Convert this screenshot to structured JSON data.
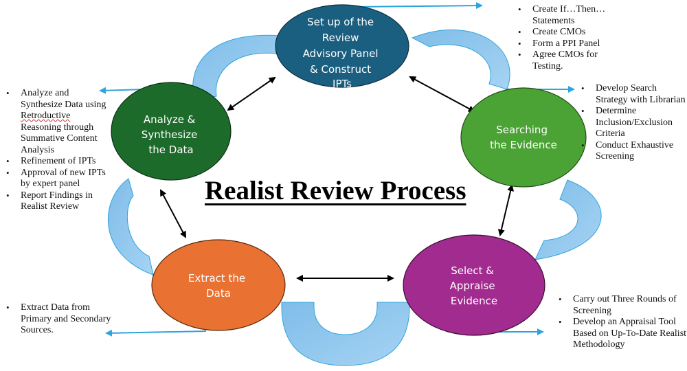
{
  "title": "Realist Review Process",
  "colors": {
    "setup": "#1a5f80",
    "searching": "#4aa334",
    "select": "#a12b8f",
    "extract": "#e97132",
    "analyze": "#1d6b2a",
    "cycle_arrow_fill": "#8cc4ee",
    "cycle_arrow_stroke": "#2ea4dc",
    "pointer_arrow": "#2ea4dc",
    "connector": "#000000"
  },
  "nodes": {
    "setup": {
      "lines": [
        "Set up of the",
        "Review",
        "Advisory Panel",
        "& Construct",
        "IPTs"
      ]
    },
    "searching": {
      "lines": [
        "Searching",
        "the Evidence"
      ]
    },
    "select": {
      "lines": [
        "Select &",
        "Appraise",
        "Evidence"
      ]
    },
    "extract": {
      "lines": [
        "Extract the",
        "Data"
      ]
    },
    "analyze": {
      "lines": [
        "Analyze &",
        "Synthesize",
        "the Data"
      ]
    }
  },
  "notes": {
    "setup": [
      "Create If…Then… Statements",
      "Create CMOs",
      "Form a PPI Panel",
      "Agree CMOs for Testing."
    ],
    "searching": [
      "Develop Search Strategy with Librarian",
      "Determine Inclusion/Exclusion Criteria",
      "Conduct Exhaustive Screening"
    ],
    "select": [
      "Carry out Three Rounds of Screening",
      "Develop an Appraisal Tool Based on Up-To-Date Realist Methodology"
    ],
    "extract": [
      "Extract Data from Primary and Secondary Sources."
    ],
    "analyze": {
      "first_prefix": "Analyze and Synthesize Data using",
      "first_flagged_word": "Retroductive",
      "first_suffix": "Reasoning through Summative Content Analysis",
      "rest": [
        "Refinement of IPTs",
        "Approval of new IPTs by expert panel",
        "Report Findings in Realist Review"
      ]
    }
  }
}
